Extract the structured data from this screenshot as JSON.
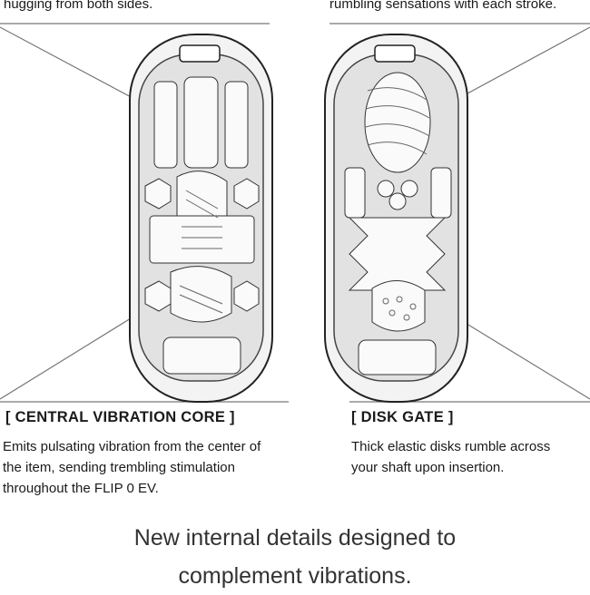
{
  "left": {
    "caption_top": "hugging from both sides.",
    "heading": "[ CENTRAL VIBRATION CORE ]",
    "description": [
      "Emits pulsating vibration from the center of",
      "the item, sending trembling stimulation",
      "throughout the FLIP 0 EV."
    ]
  },
  "right": {
    "caption_top": "rumbling sensations with each stroke.",
    "heading": "[ DISK GATE ]",
    "description": [
      "Thick elastic disks rumble across",
      "your shaft upon insertion."
    ]
  },
  "tagline": [
    "New internal details designed to",
    "complement vibrations."
  ]
}
